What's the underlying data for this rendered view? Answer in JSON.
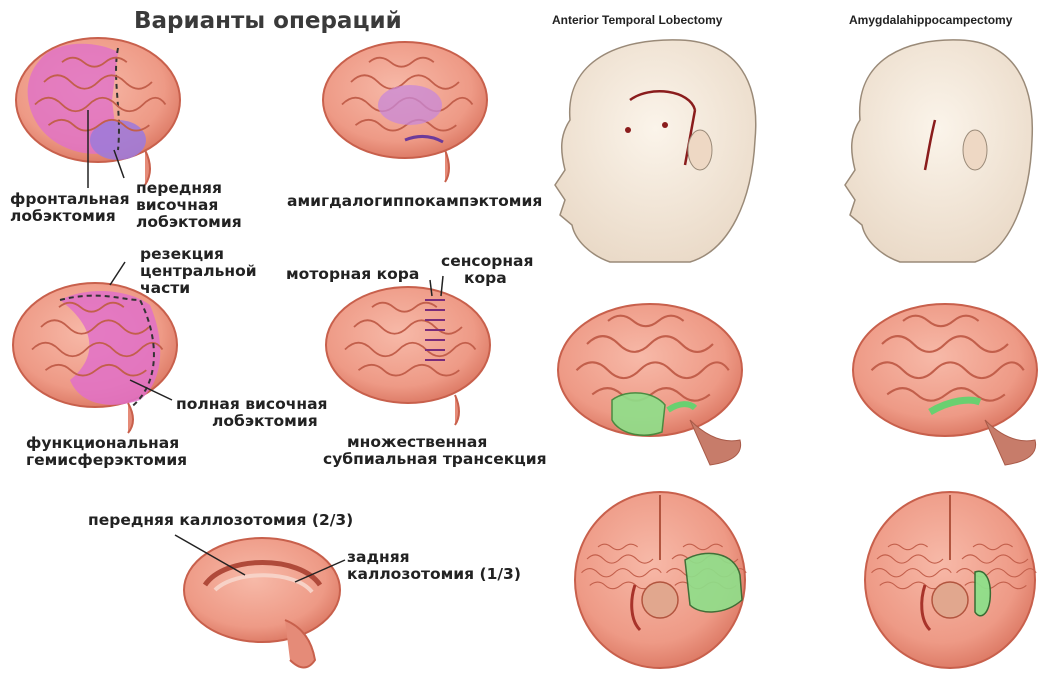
{
  "title": "Варианты операций",
  "column_titles": {
    "anterior": "Anterior Temporal Lobectomy",
    "amygdala": "Amygdalahippocampectomy"
  },
  "labels": {
    "frontal": [
      "фронтальная",
      "лобэктомия"
    ],
    "anterior_temporal": [
      "передняя",
      "височная",
      "лобэктомия"
    ],
    "amygdalo": [
      "амигдалогиппокампэктомия"
    ],
    "central_resection": [
      "резекция",
      "центральной",
      "части"
    ],
    "motor": [
      "моторная кора"
    ],
    "sensory": [
      "сенсорная",
      "кора"
    ],
    "full_temporal": [
      "полная височная",
      "лобэктомия"
    ],
    "hemispherectomy": [
      "функциональная",
      "гемисферэктомия"
    ],
    "multiple_subpial": [
      "множественная",
      "субпиальная трансекция"
    ],
    "anterior_callosotomy": [
      "передняя каллозотомия (2/3)"
    ],
    "posterior_callosotomy": [
      "задняя",
      "каллозотомия (1/3)"
    ]
  },
  "colors": {
    "brain": "#f1a08e",
    "brain_edge": "#c8604c",
    "highlight_pink": "#e070c8",
    "highlight_purple": "#a07ad8",
    "resection_green": "#8ee08a",
    "skull": "#f6ece0",
    "incision": "#8a1c1c"
  }
}
